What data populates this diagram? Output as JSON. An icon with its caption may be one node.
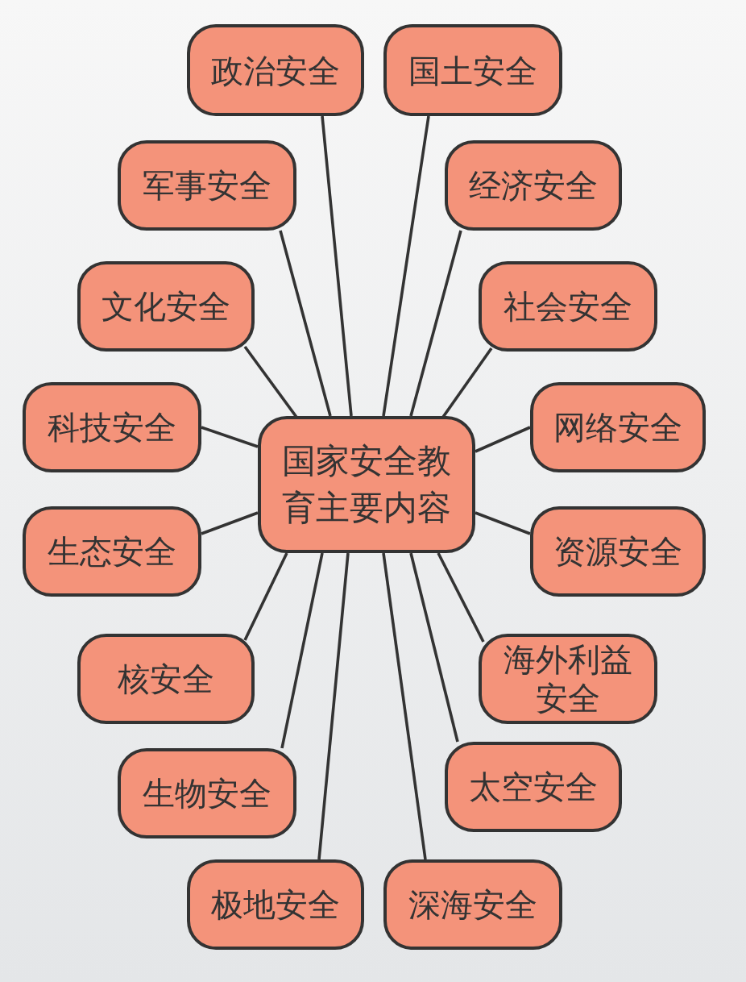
{
  "diagram": {
    "nodes": [
      {
        "text": [
          "国家安全教育主要内容"
        ]
      },
      {
        "text": [
          "政治安全"
        ]
      },
      {
        "text": [
          "国土安全"
        ]
      },
      {
        "text": [
          "军事安全"
        ]
      },
      {
        "text": [
          "经济安全"
        ]
      },
      {
        "text": [
          "文化安全"
        ]
      },
      {
        "text": [
          "社会安全"
        ]
      },
      {
        "text": [
          "科技安全"
        ]
      },
      {
        "text": [
          "网络安全"
        ]
      },
      {
        "text": [
          "生态安全"
        ]
      },
      {
        "text": [
          "资源安全"
        ]
      },
      {
        "text": [
          "核安全"
        ]
      },
      {
        "text": [
          "海外利益安全"
        ]
      },
      {
        "text": [
          "生物安全"
        ]
      },
      {
        "text": [
          "太空安全"
        ]
      },
      {
        "text": [
          "极地安全"
        ]
      },
      {
        "text": [
          "深海安全"
        ]
      }
    ],
    "edges": [
      {
        "from": 0,
        "to": 1,
        "arrow": "none"
      },
      {
        "from": 0,
        "to": 2,
        "arrow": "none"
      },
      {
        "from": 0,
        "to": 3,
        "arrow": "none"
      },
      {
        "from": 0,
        "to": 4,
        "arrow": "none"
      },
      {
        "from": 0,
        "to": 5,
        "arrow": "none"
      },
      {
        "from": 0,
        "to": 6,
        "arrow": "none"
      },
      {
        "from": 0,
        "to": 7,
        "arrow": "none"
      },
      {
        "from": 0,
        "to": 8,
        "arrow": "none"
      },
      {
        "from": 0,
        "to": 9,
        "arrow": "none"
      },
      {
        "from": 0,
        "to": 10,
        "arrow": "none"
      },
      {
        "from": 0,
        "to": 11,
        "arrow": "none"
      },
      {
        "from": 0,
        "to": 12,
        "arrow": "none"
      },
      {
        "from": 0,
        "to": 13,
        "arrow": "none"
      },
      {
        "from": 0,
        "to": 14,
        "arrow": "none"
      },
      {
        "from": 0,
        "to": 15,
        "arrow": "none"
      },
      {
        "from": 0,
        "to": 16,
        "arrow": "none"
      }
    ]
  }
}
